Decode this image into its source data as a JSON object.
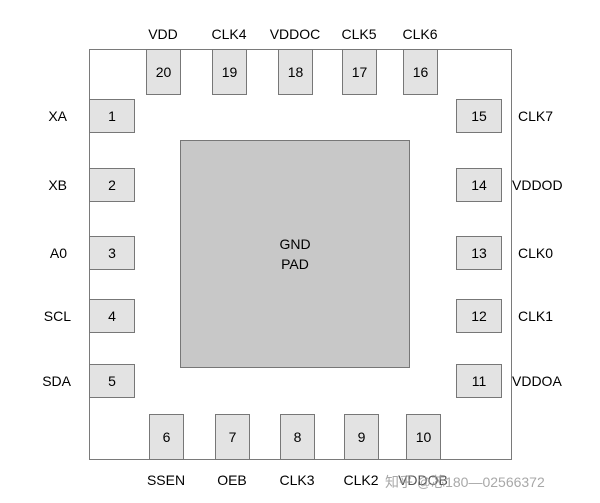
{
  "pad": {
    "line1": "GND",
    "line2": "PAD"
  },
  "pins": [
    {
      "num": "1",
      "label": "XA"
    },
    {
      "num": "2",
      "label": "XB"
    },
    {
      "num": "3",
      "label": "A0"
    },
    {
      "num": "4",
      "label": "SCL"
    },
    {
      "num": "5",
      "label": "SDA"
    },
    {
      "num": "6",
      "label": "SSEN"
    },
    {
      "num": "7",
      "label": "OEB"
    },
    {
      "num": "8",
      "label": "CLK3"
    },
    {
      "num": "9",
      "label": "CLK2"
    },
    {
      "num": "10",
      "label": "VDDOB"
    },
    {
      "num": "11",
      "label": "VDDOA"
    },
    {
      "num": "12",
      "label": "CLK1"
    },
    {
      "num": "13",
      "label": "CLK0"
    },
    {
      "num": "14",
      "label": "VDDOD"
    },
    {
      "num": "15",
      "label": "CLK7"
    },
    {
      "num": "16",
      "label": "CLK6"
    },
    {
      "num": "17",
      "label": "CLK5"
    },
    {
      "num": "18",
      "label": "VDDOC"
    },
    {
      "num": "19",
      "label": "CLK4"
    },
    {
      "num": "20",
      "label": "VDD"
    }
  ],
  "watermark": "知乎 @芯180—02566372"
}
